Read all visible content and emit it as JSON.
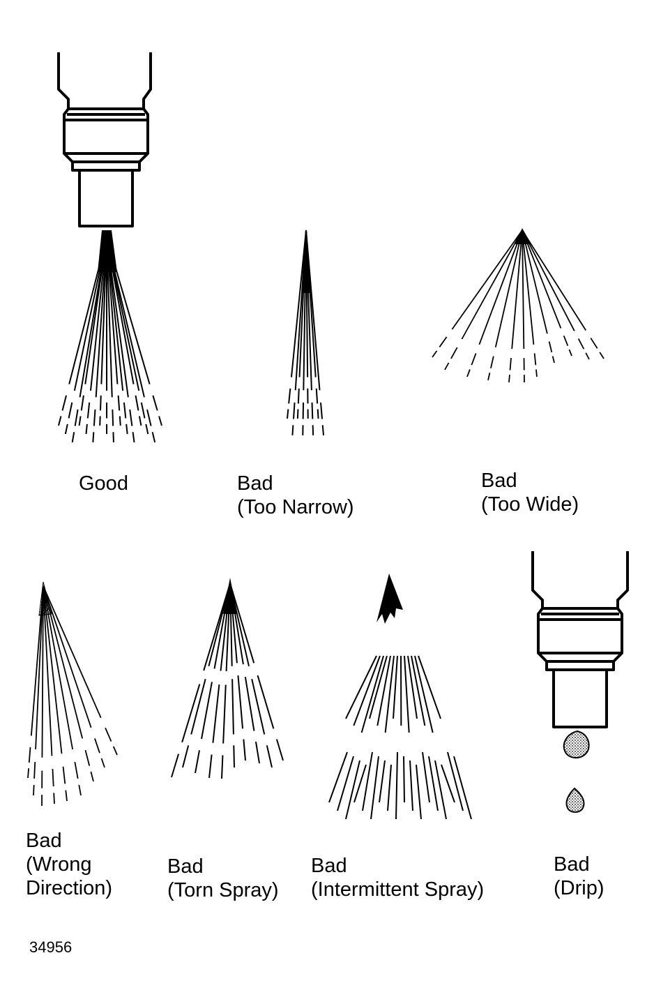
{
  "patterns": [
    {
      "id": "good",
      "lines": [
        "Good"
      ]
    },
    {
      "id": "too-narrow",
      "lines": [
        "Bad",
        "(Too Narrow)"
      ]
    },
    {
      "id": "too-wide",
      "lines": [
        "Bad",
        "(Too Wide)"
      ]
    },
    {
      "id": "wrong-direction",
      "lines": [
        "Bad",
        "(Wrong",
        "Direction)"
      ]
    },
    {
      "id": "torn-spray",
      "lines": [
        "Bad",
        "(Torn Spray)"
      ]
    },
    {
      "id": "intermittent-spray",
      "lines": [
        "Bad",
        "(Intermittent Spray)"
      ]
    },
    {
      "id": "drip",
      "lines": [
        "Bad",
        "(Drip)"
      ]
    }
  ],
  "figure_number": "34956"
}
